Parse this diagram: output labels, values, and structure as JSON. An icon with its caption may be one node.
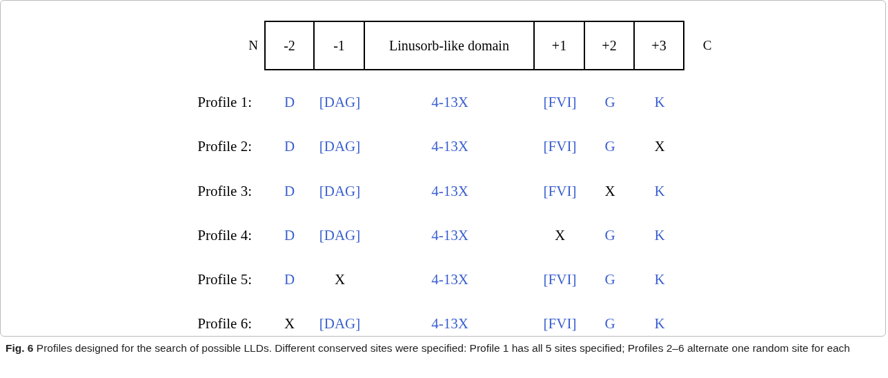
{
  "diagram": {
    "caption": "**Fig. 6** Profiles designed for the search of possible LLDs. Different conserved sites were specified: Profile 1 has all 5 sites specified; Profiles 2–6 alternate one random site for each",
    "nodes": [
      {
        "text": [
          "-2"
        ]
      },
      {
        "text": [
          "-1"
        ]
      },
      {
        "text": [
          "Linusorb-like domain"
        ]
      },
      {
        "text": [
          "+1"
        ]
      },
      {
        "text": [
          "+2"
        ]
      },
      {
        "text": [
          "+3"
        ]
      }
    ],
    "labels": [
      "N",
      "C",
      "Profile 1:",
      "D",
      "[DAG]",
      "4-13X",
      "[FVI]",
      "G",
      "K",
      "Profile 2:",
      "D",
      "[DAG]",
      "4-13X",
      "[FVI]",
      "G",
      "X",
      "Profile 3:",
      "D",
      "[DAG]",
      "4-13X",
      "[FVI]",
      "X",
      "K",
      "Profile 4:",
      "D",
      "[DAG]",
      "4-13X",
      "X",
      "G",
      "K",
      "Profile 5:",
      "D",
      "X",
      "4-13X",
      "[FVI]",
      "G",
      "K",
      "Profile 6:",
      "X",
      "[DAG]",
      "4-13X",
      "[FVI]",
      "G",
      "K"
    ]
  }
}
